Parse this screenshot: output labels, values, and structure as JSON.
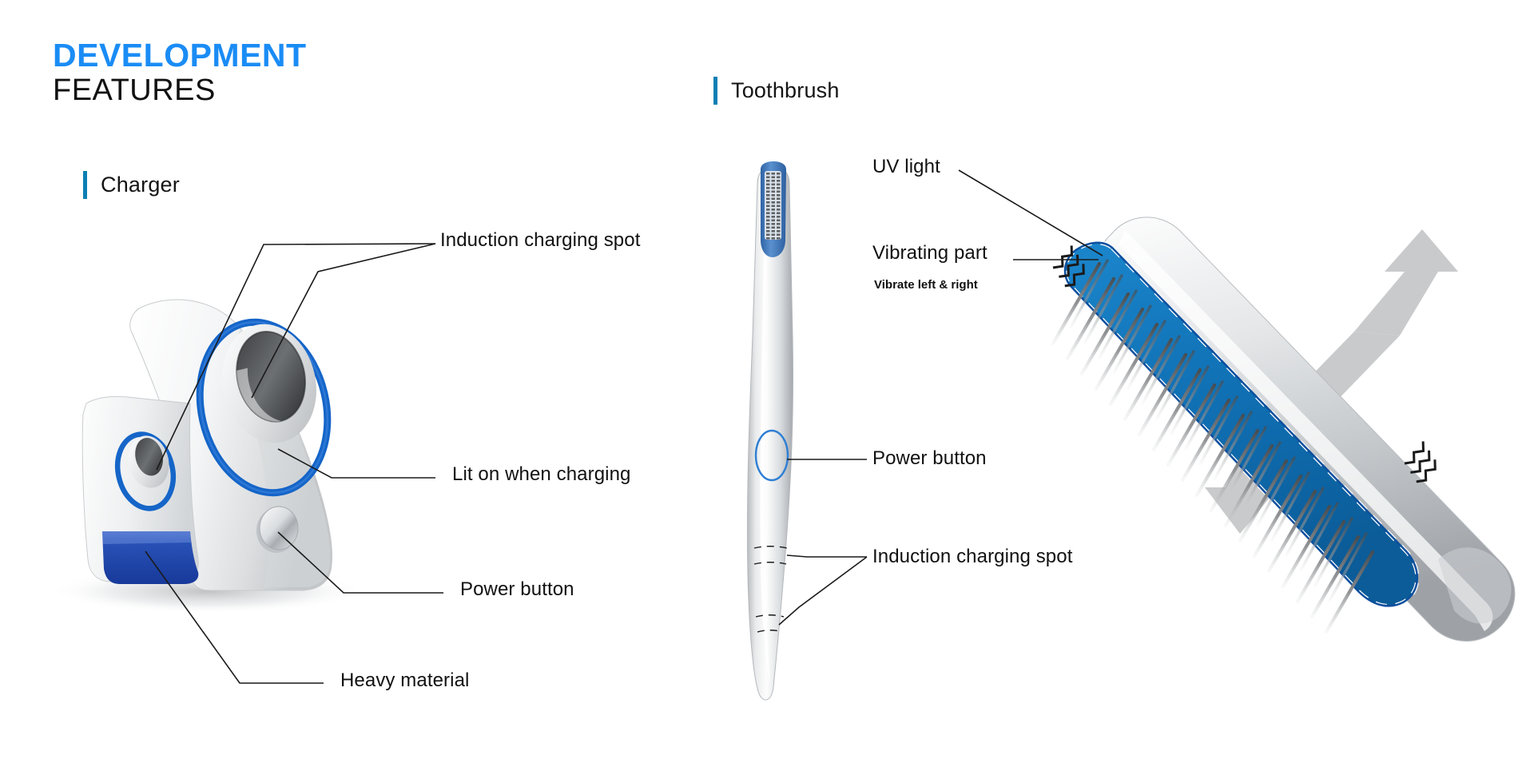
{
  "title": {
    "line1": "DEVELOPMENT",
    "line2": "FEATURES",
    "accent_color": "#1a8cf5"
  },
  "sections": [
    {
      "id": "charger",
      "label": "Charger",
      "accent_color": "#0b7fb4"
    },
    {
      "id": "toothbrush",
      "label": "Toothbrush",
      "accent_color": "#0b7fb4"
    }
  ],
  "charger": {
    "callouts": [
      {
        "name": "induction-charging-spot",
        "text": "Induction charging spot"
      },
      {
        "name": "lit-on-when-charging",
        "text": "Lit on when charging"
      },
      {
        "name": "power-button",
        "text": "Power button"
      },
      {
        "name": "heavy-material",
        "text": "Heavy material"
      }
    ],
    "colors": {
      "ring_blue": "#1565c8",
      "base_blue": "#1f47a8",
      "body_white": "#f2f3f4",
      "hole_dark": "#545658"
    }
  },
  "toothbrush": {
    "callouts": [
      {
        "name": "uv-light",
        "text": "UV light"
      },
      {
        "name": "vibrating-part",
        "text": "Vibrating part"
      },
      {
        "name": "vibrate-left-and-right",
        "text": "Vibrate left & right"
      },
      {
        "name": "power-button",
        "text": "Power button"
      },
      {
        "name": "induction-charging-spot",
        "text": "Induction charging spot"
      }
    ],
    "colors": {
      "uv_panel_blue": "#4a86c8",
      "head_blue": "#1277b8",
      "head_outline": "#0c4f9e",
      "button_blue": "#2e7fd4",
      "bristle_gray": "#6e7072",
      "arrow_gray": "#c9cacb",
      "body_light": "#e9eaec"
    }
  }
}
